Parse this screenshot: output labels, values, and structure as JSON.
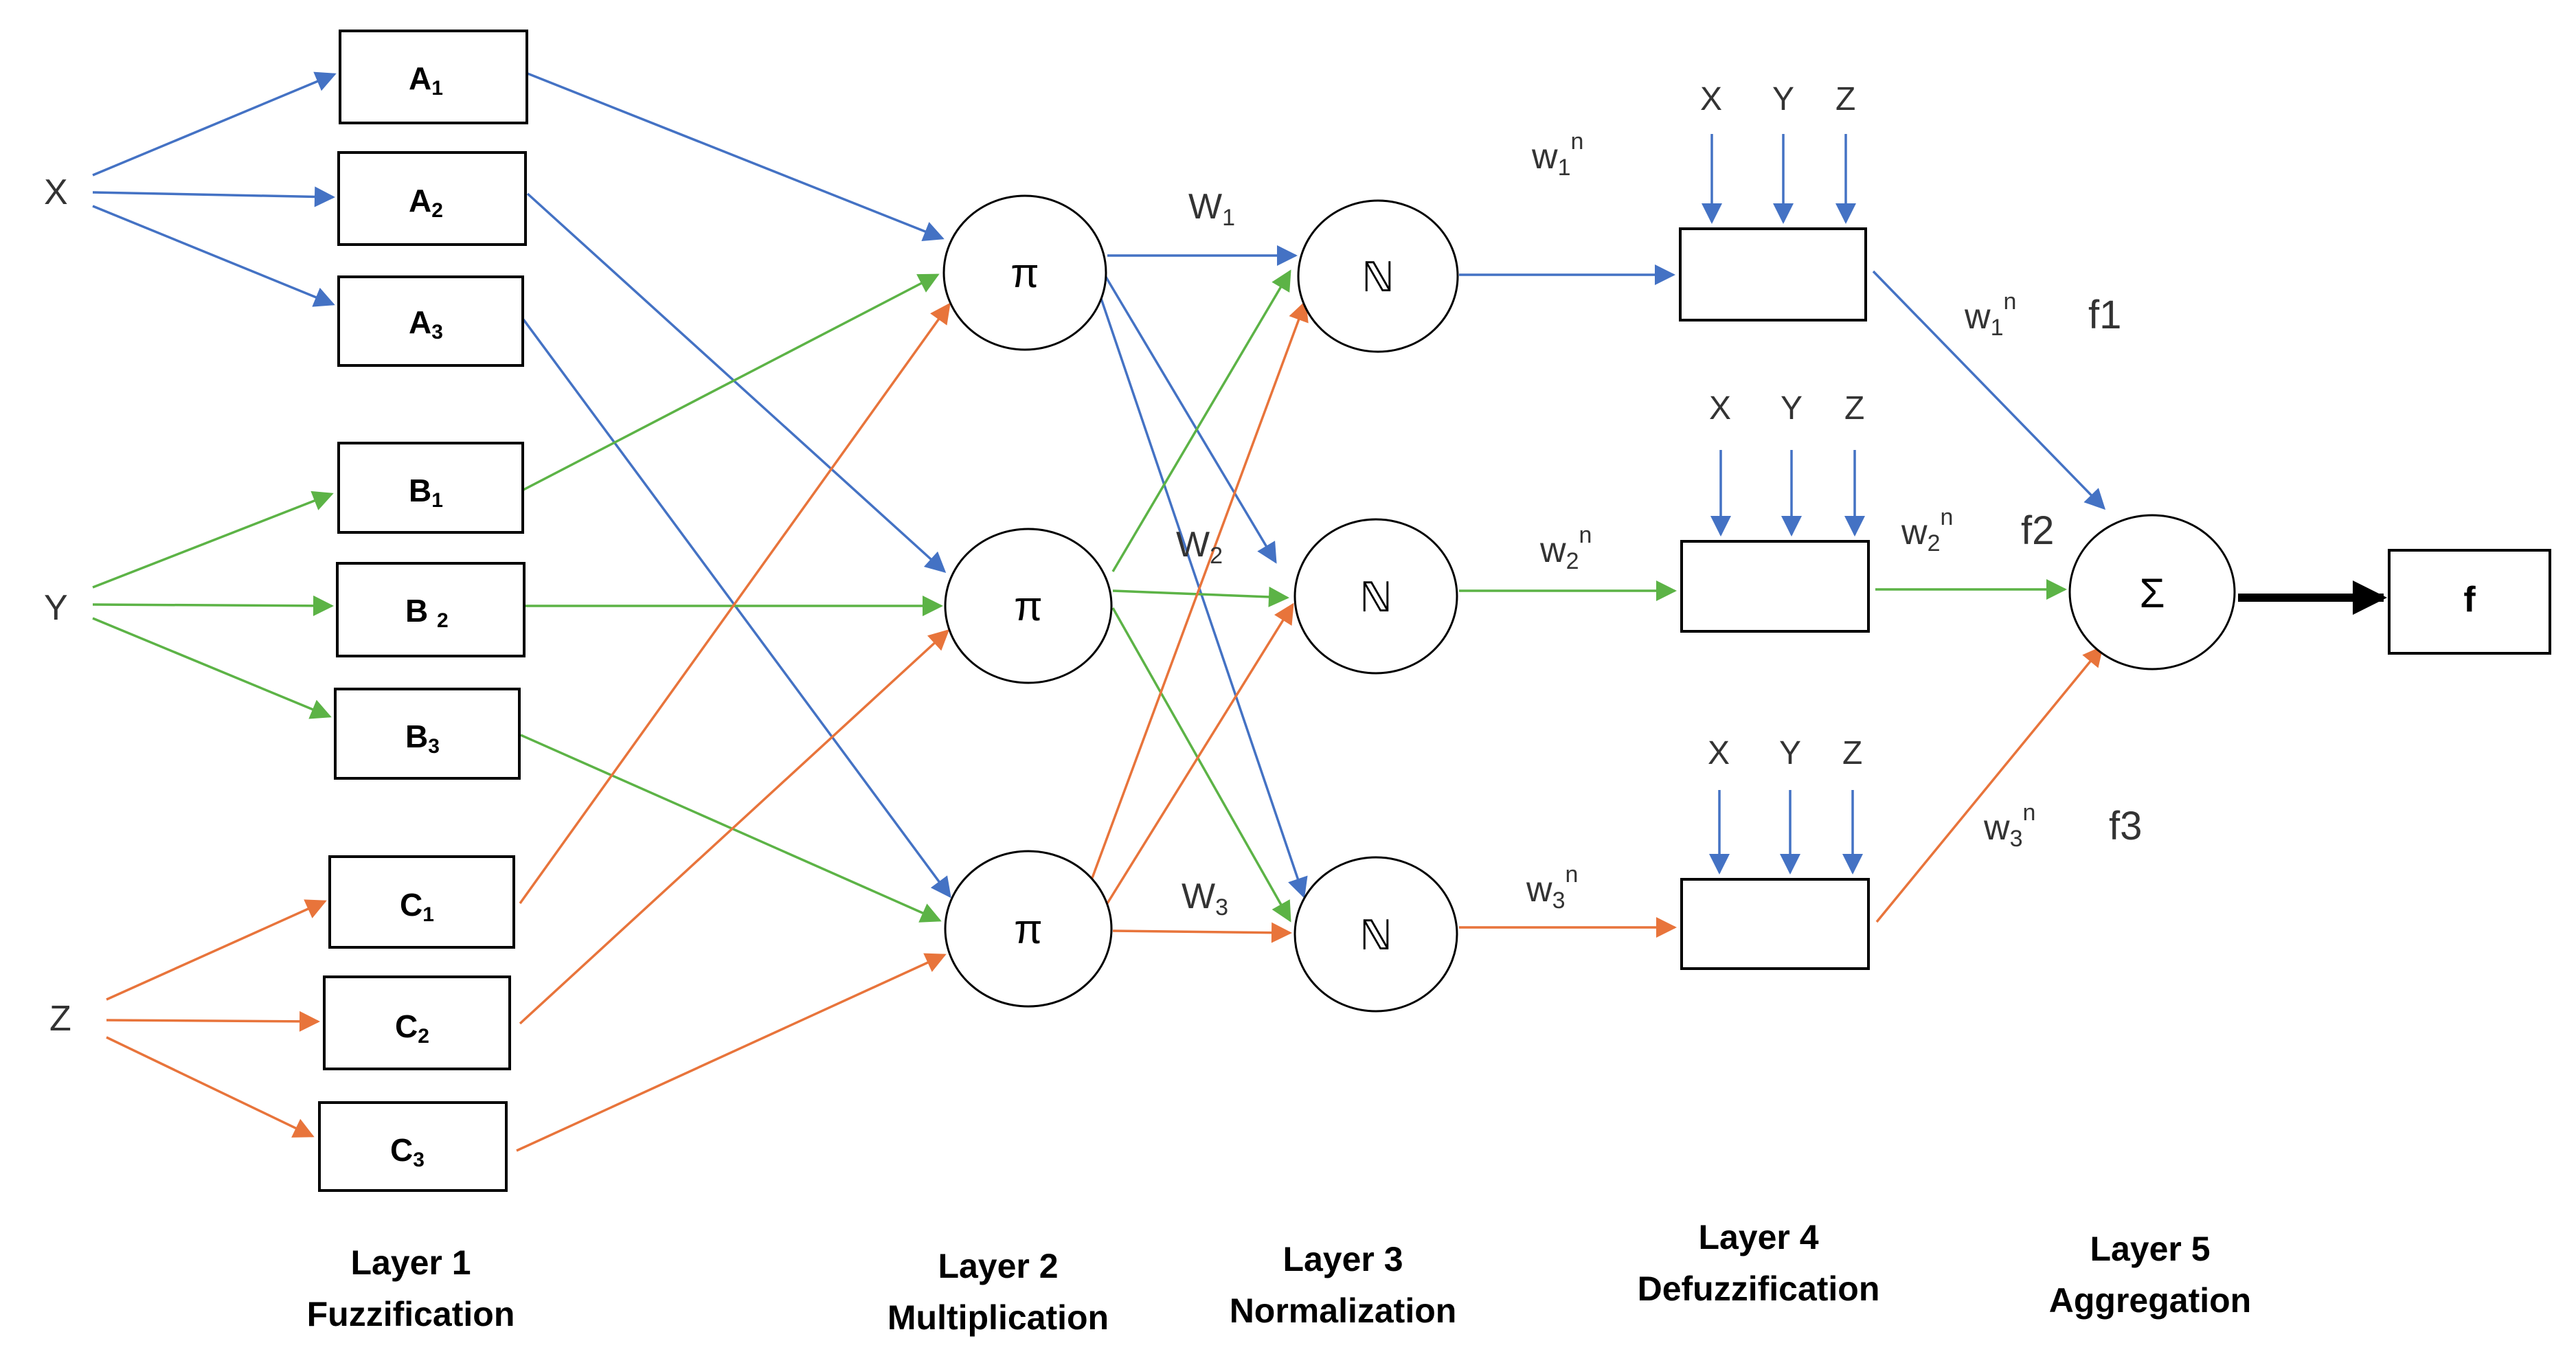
{
  "inputs": {
    "x": "X",
    "y": "Y",
    "z": "Z"
  },
  "membership": {
    "a": [
      "A",
      "A",
      "A"
    ],
    "a_sub": [
      "1",
      "2",
      "3"
    ],
    "b": [
      "B",
      "B ",
      "B"
    ],
    "b_sub": [
      "1",
      "2",
      "3"
    ],
    "c": [
      "C",
      "C",
      "C"
    ],
    "c_sub": [
      "1",
      "2",
      "3"
    ]
  },
  "nodes": {
    "product": "π",
    "normalize": "ℕ",
    "sum": "Σ"
  },
  "weights": {
    "w_base": "W",
    "w_subs": [
      "1",
      "2",
      "3"
    ],
    "wn_base": "w",
    "wn_subs": [
      "1",
      "2",
      "3"
    ],
    "wn_sup": "n"
  },
  "defuzz_inputs": [
    "X",
    "Y",
    "Z"
  ],
  "consequents": [
    "f1",
    "f2",
    "f3"
  ],
  "output": "f",
  "layers": [
    {
      "line1": "Layer 1",
      "line2": "Fuzzification"
    },
    {
      "line1": "Layer 2",
      "line2": "Multiplication"
    },
    {
      "line1": "Layer 3",
      "line2": "Normalization"
    },
    {
      "line1": "Layer 4",
      "line2": "Defuzzification"
    },
    {
      "line1": "Layer 5",
      "line2": "Aggregation"
    }
  ],
  "colors": {
    "x_path": "#4472c4",
    "y_path": "#5cb346",
    "z_path": "#e8743b",
    "output_arrow": "#000000"
  }
}
